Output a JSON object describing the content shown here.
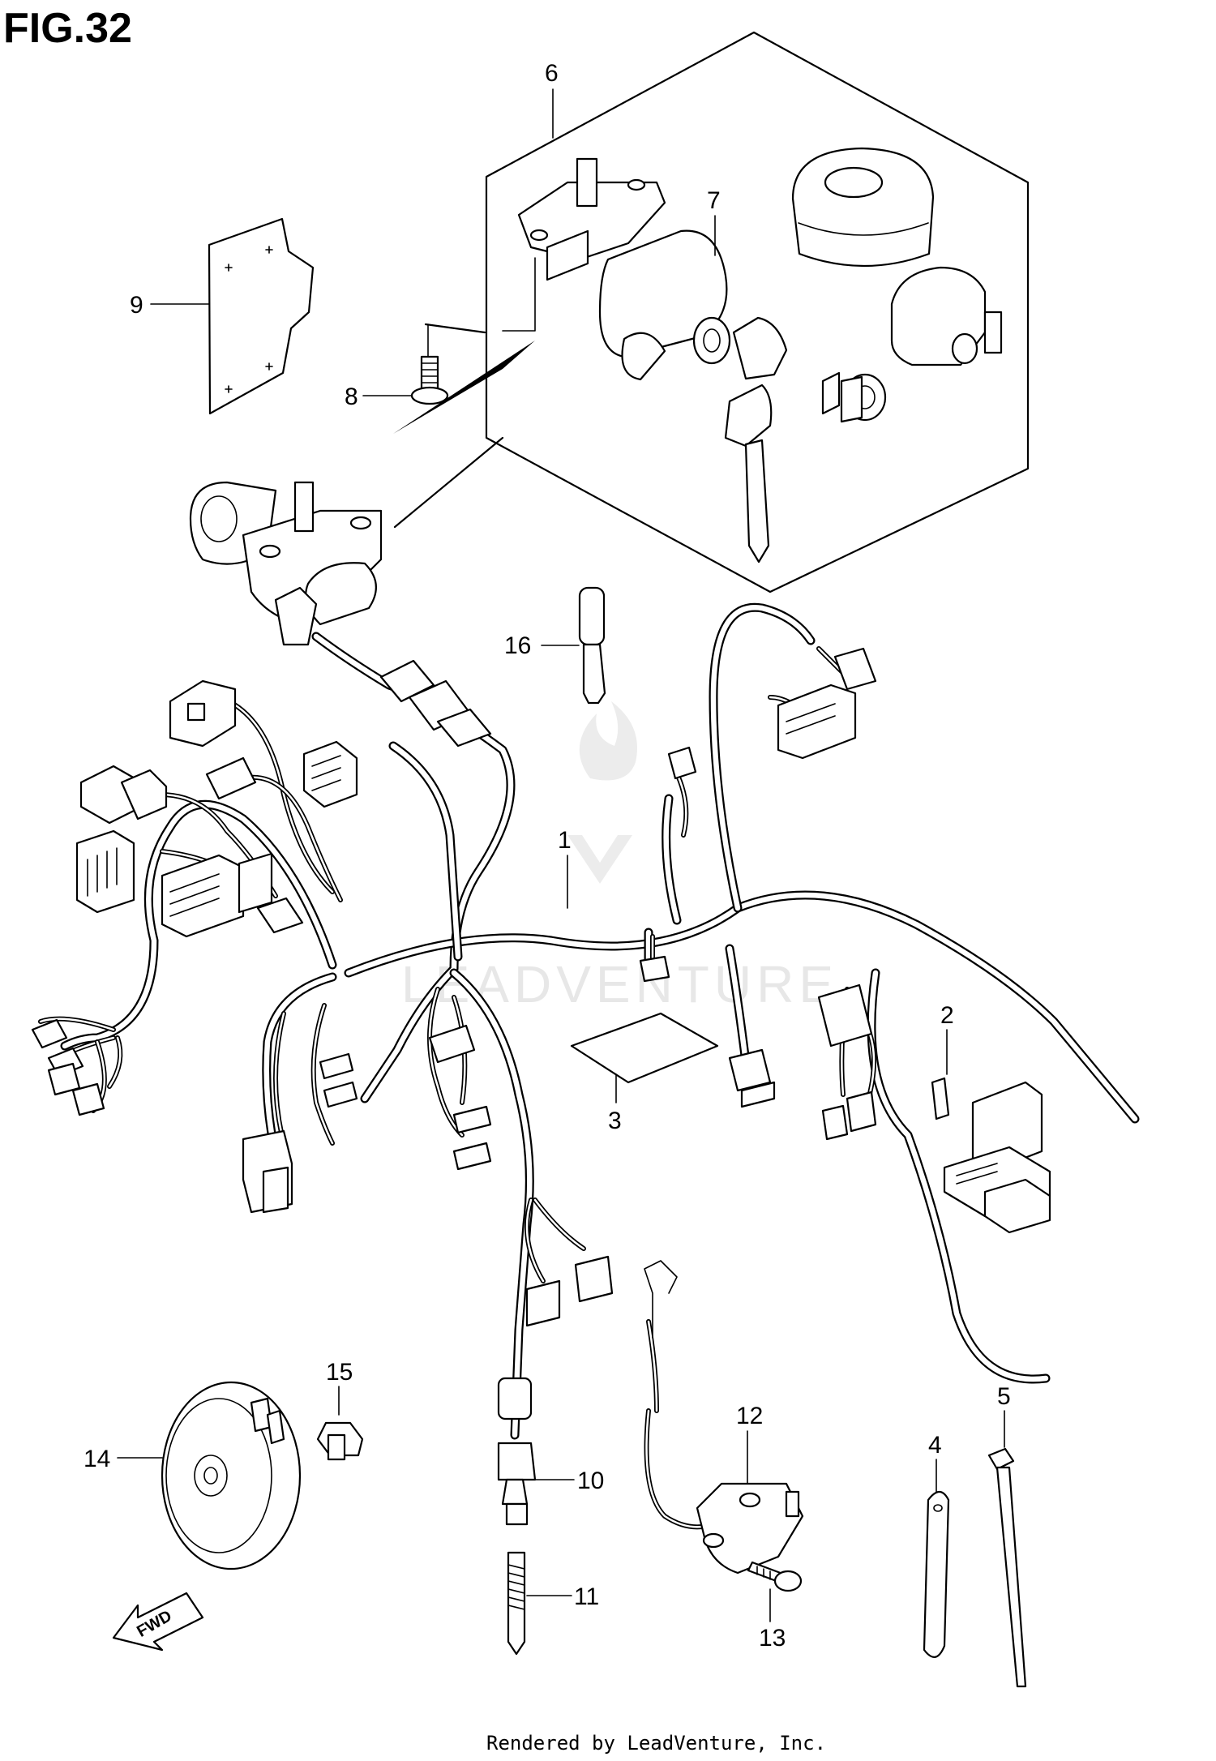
{
  "figure": {
    "title": "FIG.32"
  },
  "callouts": [
    {
      "id": "1",
      "label": "1"
    },
    {
      "id": "2",
      "label": "2"
    },
    {
      "id": "3",
      "label": "3"
    },
    {
      "id": "4",
      "label": "4"
    },
    {
      "id": "5",
      "label": "5"
    },
    {
      "id": "6",
      "label": "6"
    },
    {
      "id": "7",
      "label": "7"
    },
    {
      "id": "8",
      "label": "8"
    },
    {
      "id": "9",
      "label": "9"
    },
    {
      "id": "10",
      "label": "10"
    },
    {
      "id": "11",
      "label": "11"
    },
    {
      "id": "12",
      "label": "12"
    },
    {
      "id": "13",
      "label": "13"
    },
    {
      "id": "14",
      "label": "14"
    },
    {
      "id": "15",
      "label": "15"
    },
    {
      "id": "16",
      "label": "16"
    }
  ],
  "fwd_arrow": {
    "label": "FWD"
  },
  "watermark": {
    "text": "LEADVENTURE"
  },
  "footer": {
    "text": "Rendered by LeadVenture, Inc."
  }
}
